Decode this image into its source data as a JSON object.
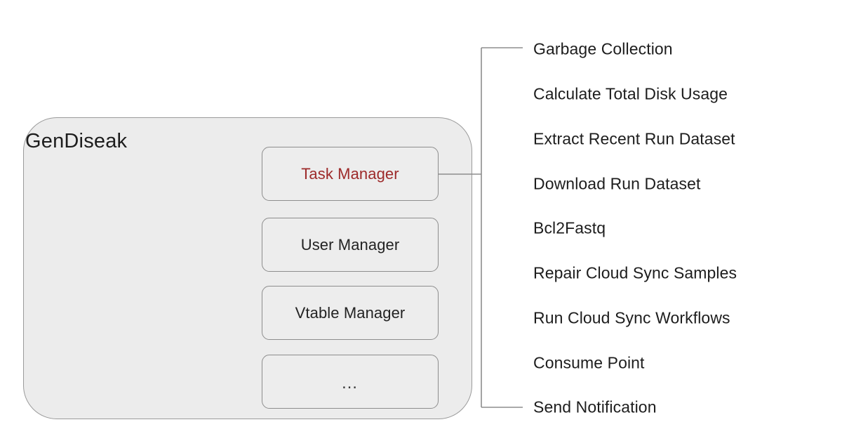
{
  "diagram": {
    "system": {
      "name": "GenDiseak",
      "modules": [
        {
          "label": "Task Manager",
          "highlighted": true
        },
        {
          "label": "User Manager",
          "highlighted": false
        },
        {
          "label": "Vtable Manager",
          "highlighted": false
        },
        {
          "label": "…",
          "highlighted": false
        }
      ]
    },
    "tasks": [
      "Garbage Collection",
      "Calculate Total Disk Usage",
      "Extract Recent Run Dataset",
      "Download Run Dataset",
      "Bcl2Fastq",
      "Repair Cloud Sync Samples",
      "Run Cloud Sync Workflows",
      "Consume Point",
      "Send Notification"
    ],
    "colors": {
      "background": "#ffffff",
      "container_fill": "#ececec",
      "container_stroke": "#9a9a9a",
      "module_fill": "#ededed",
      "module_stroke": "#8d8d8d",
      "text": "#1d1d1d",
      "highlight_text": "#9d2a2a",
      "connector_stroke": "#8d8d8d"
    }
  }
}
